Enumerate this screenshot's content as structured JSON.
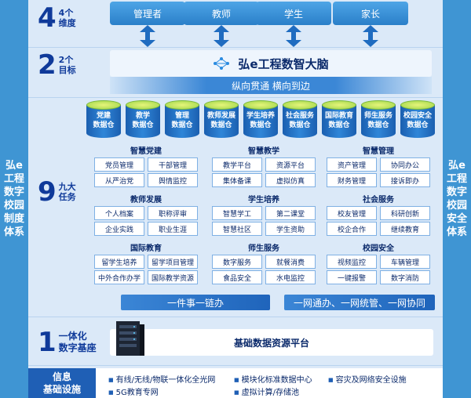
{
  "left_side": "弘e工程数字校园制度体系",
  "right_side": "弘e工程数字校园安全体系",
  "dimensions": {
    "num": "4",
    "label_line1": "4个",
    "label_line2": "维度",
    "items": [
      "管理者",
      "教师",
      "学生",
      "家长"
    ]
  },
  "goals": {
    "num": "2",
    "label_line1": "2个",
    "label_line2": "目标",
    "brain_title": "弘e工程数智大脑",
    "subtitle": "纵向贯通 横向到边"
  },
  "databases": [
    {
      "line1": "党建",
      "line2": "数据仓"
    },
    {
      "line1": "教学",
      "line2": "数据仓"
    },
    {
      "line1": "管理",
      "line2": "数据仓"
    },
    {
      "line1": "教师发展",
      "line2": "数据仓"
    },
    {
      "line1": "学生培养",
      "line2": "数据仓"
    },
    {
      "line1": "社会服务",
      "line2": "数据仓"
    },
    {
      "line1": "国际教育",
      "line2": "数据仓"
    },
    {
      "line1": "师生服务",
      "line2": "数据仓"
    },
    {
      "line1": "校园安全",
      "line2": "数据仓"
    }
  ],
  "tasks": {
    "num": "9",
    "label_line1": "九大",
    "label_line2": "任务",
    "cards": [
      {
        "title": "智慧党建",
        "items": [
          "党员管理",
          "干部管理",
          "从严治党",
          "舆情监控"
        ]
      },
      {
        "title": "智慧教学",
        "items": [
          "教学平台",
          "资源平台",
          "集体备课",
          "虚拟仿真"
        ]
      },
      {
        "title": "智慧管理",
        "items": [
          "资产管理",
          "协同办公",
          "财务管理",
          "接诉即办"
        ]
      },
      {
        "title": "教师发展",
        "items": [
          "个人档案",
          "职称评审",
          "企业实践",
          "职业生涯"
        ]
      },
      {
        "title": "学生培养",
        "items": [
          "智慧学工",
          "第二课堂",
          "智慧社区",
          "学生资助"
        ]
      },
      {
        "title": "社会服务",
        "items": [
          "校友管理",
          "科研创新",
          "校企合作",
          "继续教育"
        ]
      },
      {
        "title": "国际教育",
        "items": [
          "留学生培养",
          "留学项目管理",
          "中外合作办学",
          "国际教学资源"
        ]
      },
      {
        "title": "师生服务",
        "items": [
          "数字服务",
          "就餐消费",
          "食品安全",
          "水电监控"
        ]
      },
      {
        "title": "校园安全",
        "items": [
          "视频监控",
          "车辆管理",
          "一键报警",
          "数字消防"
        ]
      }
    ]
  },
  "bars": {
    "left": "一件事一链办",
    "right": "一网通办、一网统管、一网协同"
  },
  "foundation": {
    "num": "1",
    "label_line1": "一体化",
    "label_line2": "数字基座",
    "platform": "基础数据资源平台"
  },
  "infra": {
    "label_line1": "信息",
    "label_line2": "基础设施",
    "items": [
      "有线/无线/物联一体化全光网",
      "模块化标准数据中心",
      "容灾及网络安全设施",
      "5G教育专网",
      "虚拟计算/存储池"
    ]
  },
  "colors": {
    "side_blue": "#3f95d3",
    "panel_bg": "#dbe9f8",
    "dark_blue": "#1f5fb5",
    "cyl_top": "#c8e66a"
  }
}
